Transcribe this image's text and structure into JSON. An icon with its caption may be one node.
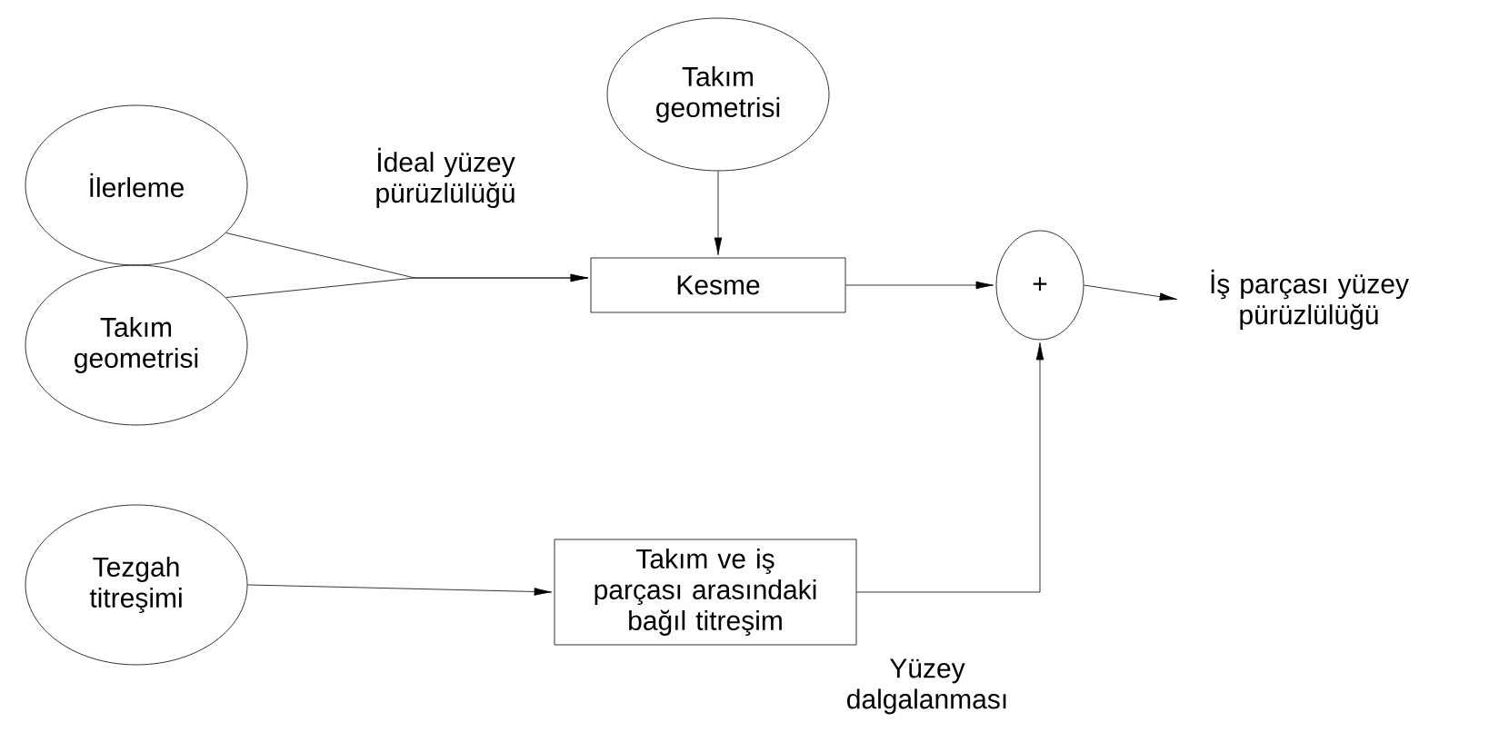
{
  "diagram": {
    "nodes": [
      {
        "text": [
          "İlerleme"
        ]
      },
      {
        "text": [
          "Takım geometrisi"
        ]
      },
      {
        "text": [
          "Takım geometrisi"
        ]
      },
      {
        "text": [
          "Kesme"
        ]
      },
      {
        "text": [
          "+"
        ]
      },
      {
        "text": [
          "İş parçası yüzey pürüzlülüğü"
        ]
      },
      {
        "text": [
          "Tezgah titreşimi"
        ]
      },
      {
        "text": [
          "Takım ve iş parçası arasındaki bağıl titreşim"
        ]
      }
    ],
    "edges": [
      {
        "from": 0,
        "to": 3,
        "arrow": "to"
      },
      {
        "from": 1,
        "to": 3,
        "arrow": "to"
      },
      {
        "from": 2,
        "to": 3,
        "arrow": "to"
      },
      {
        "from": 3,
        "to": 4,
        "arrow": "to"
      },
      {
        "from": 4,
        "to": 5,
        "arrow": "to"
      },
      {
        "from": 6,
        "to": 7,
        "arrow": "to"
      },
      {
        "from": 7,
        "to": 4,
        "arrow": "to"
      }
    ],
    "labels": [
      "İdeal yüzey pürüzlülüğü",
      "Yüzey dalgalanması"
    ]
  }
}
